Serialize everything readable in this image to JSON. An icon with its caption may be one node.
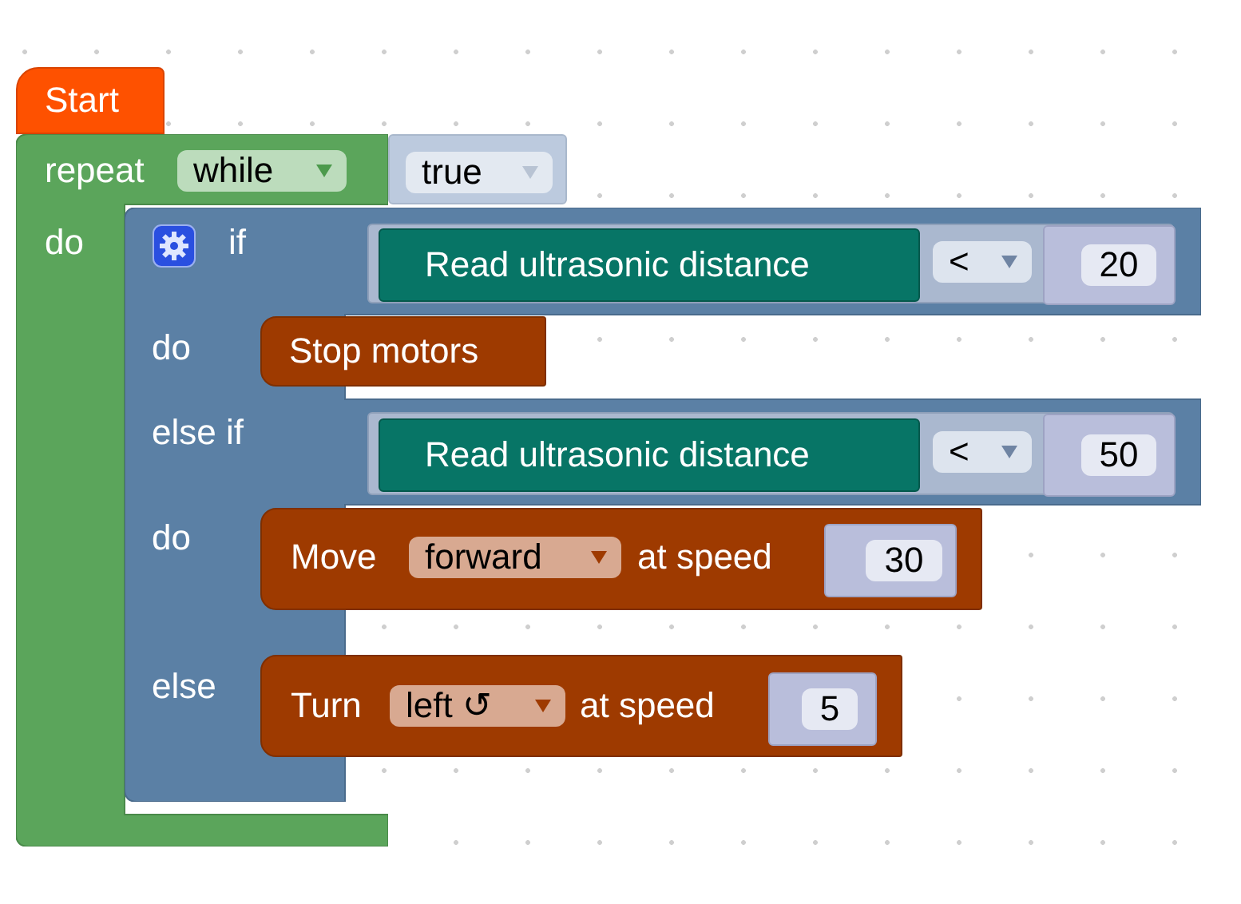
{
  "diagram": {
    "nodes": [
      {
        "text": [
          "Start"
        ]
      },
      {
        "text": [
          "repeat",
          "do"
        ]
      },
      {
        "text": [
          "while"
        ],
        "in": 1
      },
      {
        "text": [],
        "shape": "box"
      },
      {
        "text": [
          "true"
        ],
        "in": 3
      },
      {
        "text": [
          "if",
          "do",
          "else if",
          "do",
          "else"
        ]
      },
      {
        "text": [],
        "shape": "box",
        "in": 5
      },
      {
        "text": [
          "Read ultrasonic distance"
        ],
        "in": 6
      },
      {
        "text": [
          "<"
        ],
        "in": 6
      },
      {
        "text": [
          "20"
        ],
        "in": 6
      },
      {
        "text": [
          "Stop motors"
        ],
        "in": 5
      },
      {
        "text": [],
        "shape": "box",
        "in": 5
      },
      {
        "text": [
          "Read ultrasonic distance"
        ],
        "in": 11
      },
      {
        "text": [
          "<"
        ],
        "in": 11
      },
      {
        "text": [
          "50"
        ],
        "in": 11
      },
      {
        "text": [
          "Move",
          "at speed"
        ],
        "in": 5
      },
      {
        "text": [
          "forward"
        ],
        "in": 15
      },
      {
        "text": [
          "30"
        ],
        "in": 15
      },
      {
        "text": [
          "Turn",
          "at speed"
        ],
        "in": 5
      },
      {
        "text": [
          "left ↺"
        ],
        "in": 18
      },
      {
        "text": [
          "5"
        ],
        "in": 18
      }
    ],
    "edges": []
  }
}
